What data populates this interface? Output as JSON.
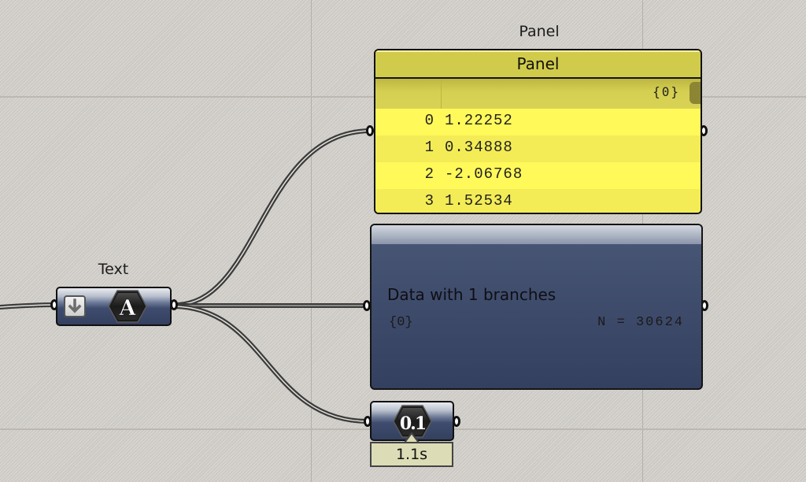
{
  "canvas": {
    "background": "#d3d0ca",
    "grid_lines_vertical_x": [
      395,
      816
    ],
    "grid_lines_horizontal_y": [
      123,
      545
    ]
  },
  "panel": {
    "nickname_label": "Panel",
    "header_title": "Panel",
    "branch_path": "{0}",
    "rows": [
      {
        "index": "0",
        "value": "1.22252"
      },
      {
        "index": "1",
        "value": "0.34888"
      },
      {
        "index": "2",
        "value": "-2.06768"
      },
      {
        "index": "3",
        "value": "1.52534"
      }
    ],
    "colors": {
      "header": "#d1cb4c",
      "body": "#fff95a"
    }
  },
  "data_viewer": {
    "title": "Data with 1 branches",
    "path": "{0}",
    "count_text": "N = 30624",
    "colors": {
      "body": "#3e4b6b"
    }
  },
  "text_param": {
    "nickname_label": "Text",
    "icon": "text-A-hex-icon",
    "menu_icon": "down-arrow-icon"
  },
  "number_param": {
    "icon": "number-0.1-hex-icon",
    "icon_text": "0.1",
    "timer_text": "1.1s"
  }
}
